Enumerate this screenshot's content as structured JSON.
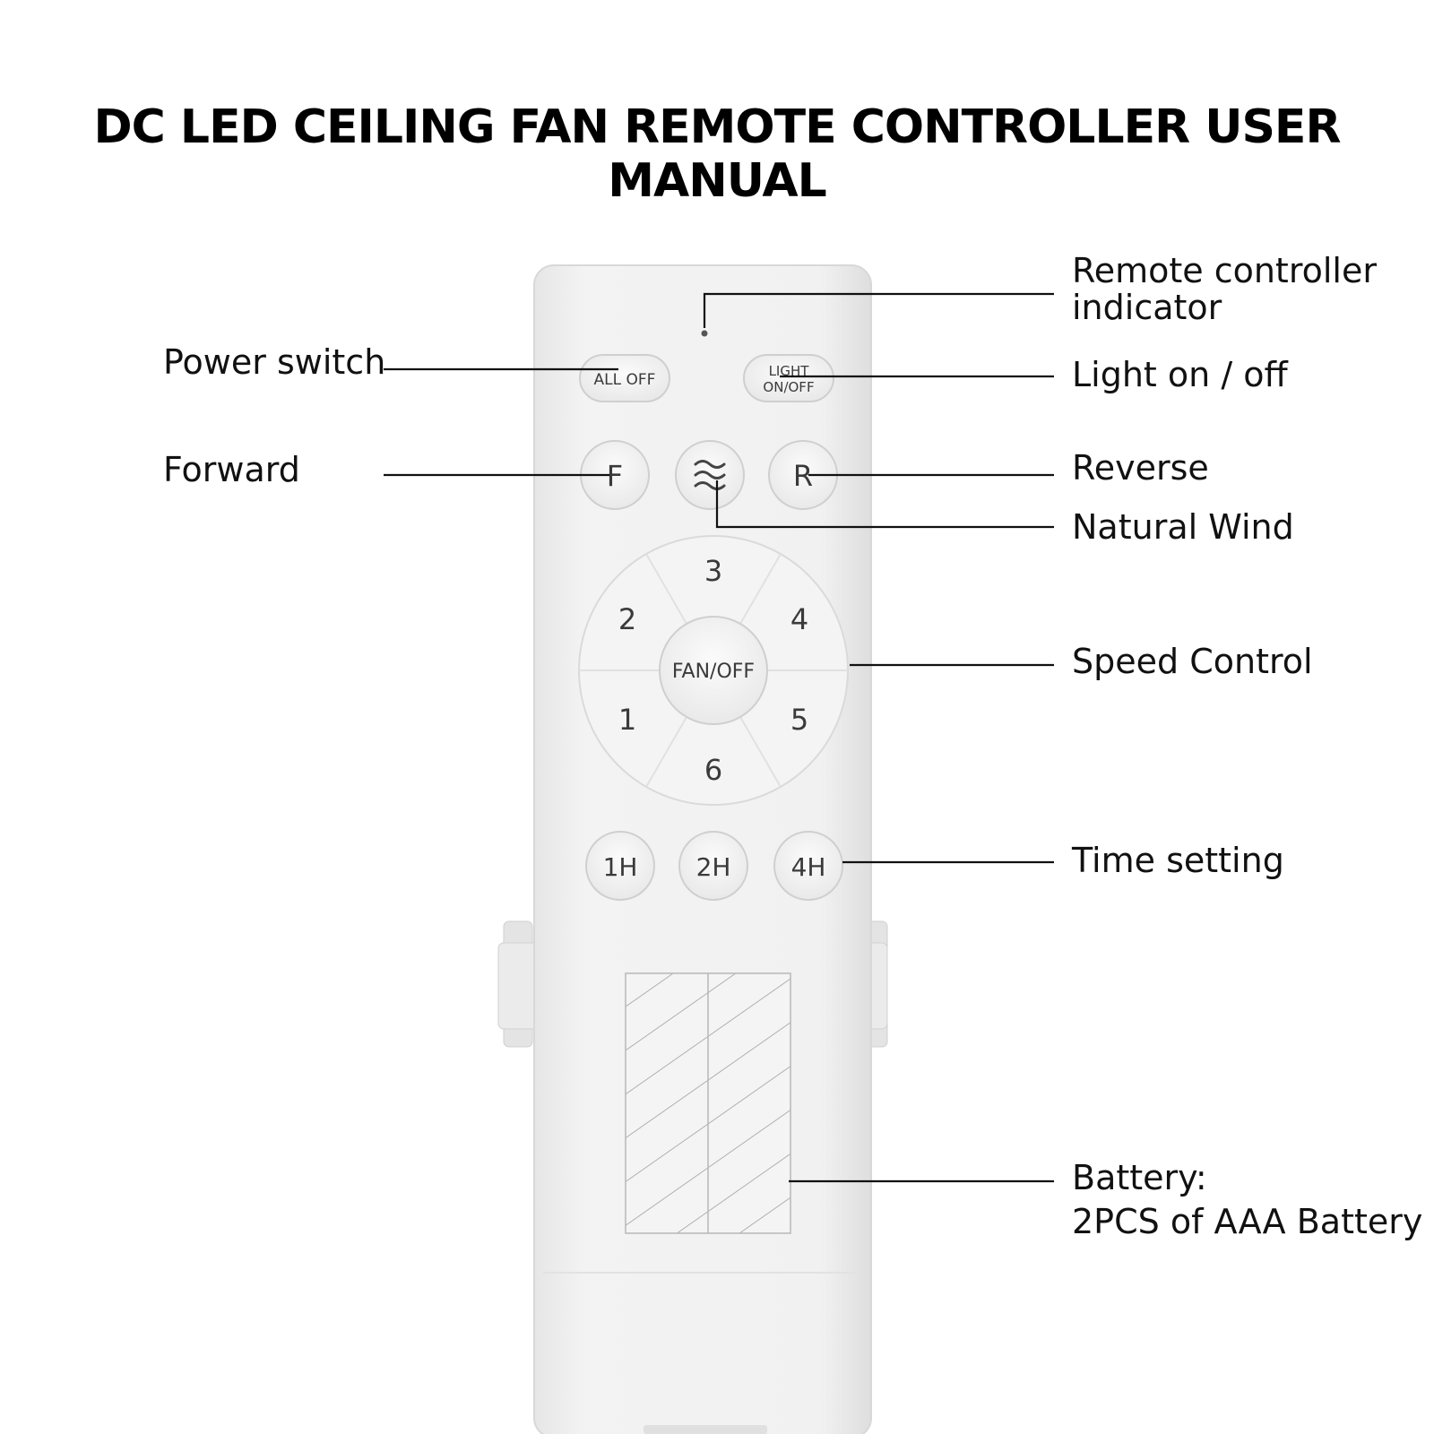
{
  "title": "DC LED CEILING FAN REMOTE CONTROLLER USER MANUAL",
  "remote": {
    "all_off": "ALL OFF",
    "light_line1": "LIGHT",
    "light_line2": "ON/OFF",
    "forward": "F",
    "reverse": "R",
    "fan_off": "FAN/OFF",
    "speeds": [
      "1",
      "2",
      "3",
      "4",
      "5",
      "6"
    ],
    "timers": [
      "1H",
      "2H",
      "4H"
    ],
    "natural_wind_icon": "wave-icon"
  },
  "callouts": {
    "indicator": [
      "Remote controller",
      "indicator"
    ],
    "power_switch": "Power switch",
    "light": "Light on / off",
    "forward": "Forward",
    "reverse": "Reverse",
    "natural_wind": "Natural Wind",
    "speed_control": "Speed Control",
    "time_setting": "Time setting",
    "battery": [
      "Battery:",
      "2PCS of AAA Battery"
    ]
  }
}
